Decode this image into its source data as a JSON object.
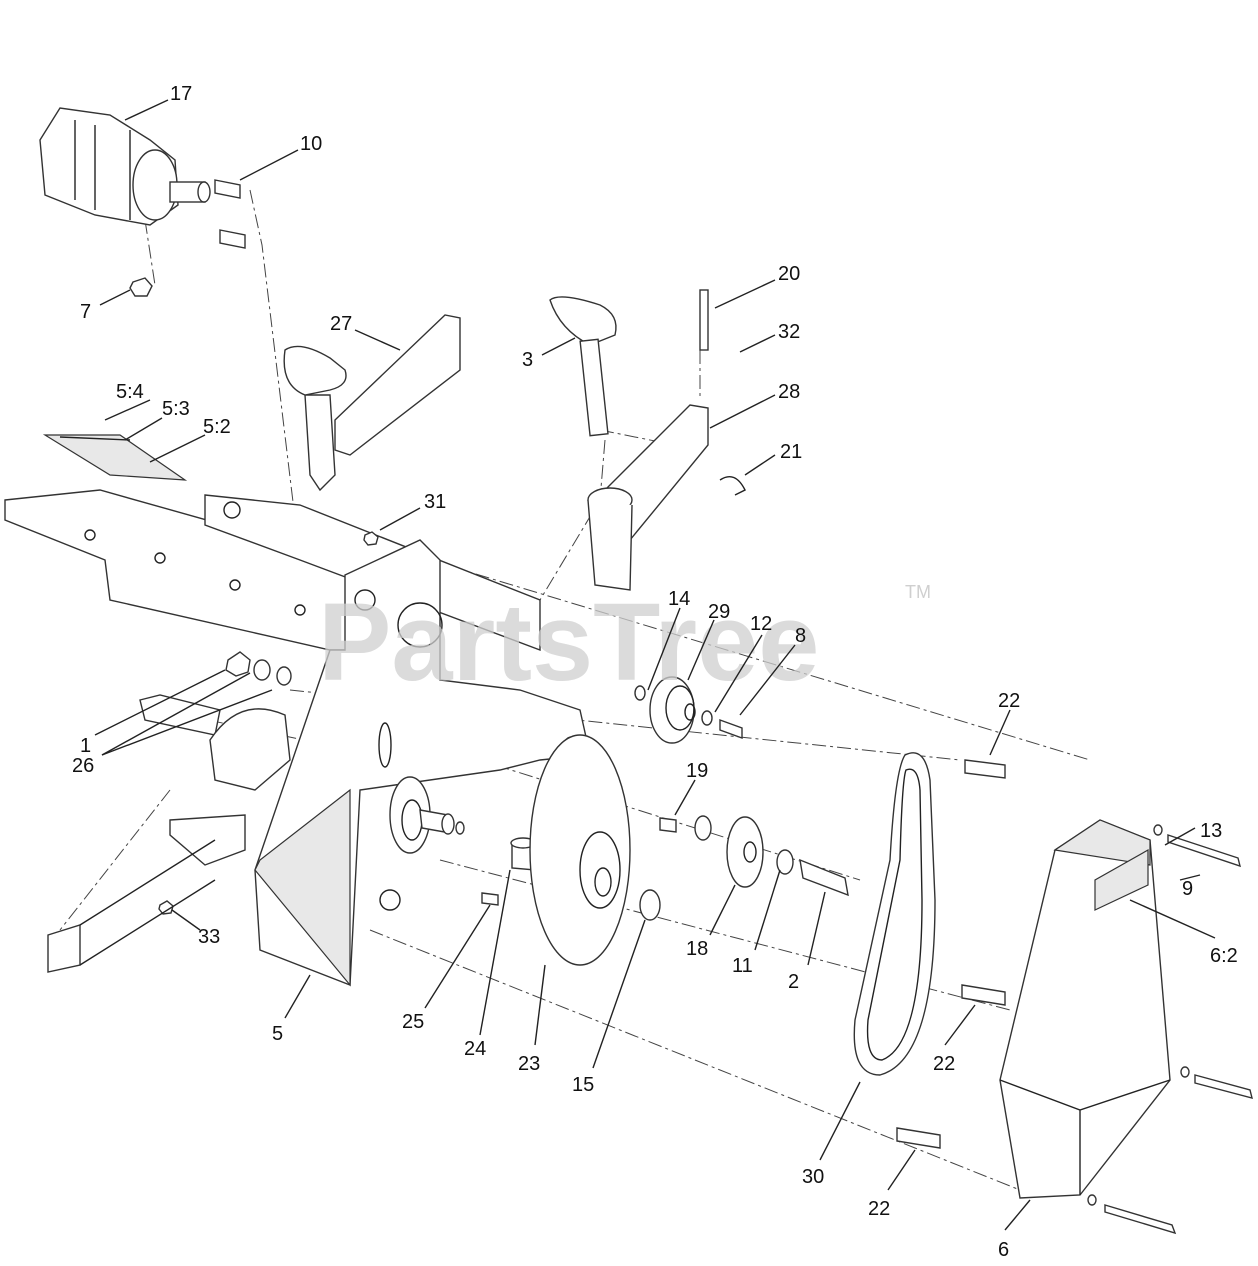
{
  "watermark": {
    "text": "PartsTree",
    "tm": "TM"
  },
  "callouts": [
    {
      "id": "c17",
      "label": "17"
    },
    {
      "id": "c10",
      "label": "10"
    },
    {
      "id": "c7",
      "label": "7"
    },
    {
      "id": "c27",
      "label": "27"
    },
    {
      "id": "c3",
      "label": "3"
    },
    {
      "id": "c20",
      "label": "20"
    },
    {
      "id": "c32",
      "label": "32"
    },
    {
      "id": "c28",
      "label": "28"
    },
    {
      "id": "c21",
      "label": "21"
    },
    {
      "id": "c54",
      "label": "5:4"
    },
    {
      "id": "c53",
      "label": "5:3"
    },
    {
      "id": "c52",
      "label": "5:2"
    },
    {
      "id": "c31",
      "label": "31"
    },
    {
      "id": "c14",
      "label": "14"
    },
    {
      "id": "c29",
      "label": "29"
    },
    {
      "id": "c12",
      "label": "12"
    },
    {
      "id": "c8",
      "label": "8"
    },
    {
      "id": "c22a",
      "label": "22"
    },
    {
      "id": "c1",
      "label": "1"
    },
    {
      "id": "c26",
      "label": "26"
    },
    {
      "id": "c19",
      "label": "19"
    },
    {
      "id": "c13",
      "label": "13"
    },
    {
      "id": "c9",
      "label": "9"
    },
    {
      "id": "c62",
      "label": "6:2"
    },
    {
      "id": "c33",
      "label": "33"
    },
    {
      "id": "c18",
      "label": "18"
    },
    {
      "id": "c11",
      "label": "11"
    },
    {
      "id": "c2",
      "label": "2"
    },
    {
      "id": "c5",
      "label": "5"
    },
    {
      "id": "c25",
      "label": "25"
    },
    {
      "id": "c24",
      "label": "24"
    },
    {
      "id": "c23",
      "label": "23"
    },
    {
      "id": "c15",
      "label": "15"
    },
    {
      "id": "c22b",
      "label": "22"
    },
    {
      "id": "c30",
      "label": "30"
    },
    {
      "id": "c22c",
      "label": "22"
    },
    {
      "id": "c6",
      "label": "6"
    }
  ]
}
